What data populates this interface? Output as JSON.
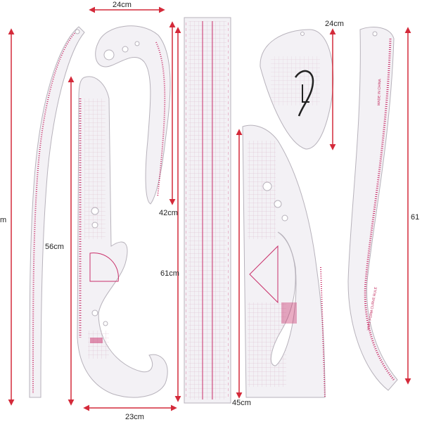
{
  "colors": {
    "arrow": "#d42a3a",
    "ruler_fill": "#f3f1f5",
    "ruler_edge": "#b7b2bb",
    "pink": "#c9306a",
    "grid": "#d9b5c8"
  },
  "labels": {
    "l24_top": "24cm",
    "l24_right": "24cm",
    "l42": "42cm",
    "l56": "56cm",
    "l61_mid": "61cm",
    "l61_right": "61",
    "l_left_m": "m",
    "l23": "23cm",
    "l45": "45cm"
  },
  "ruler_text": {
    "vary_form": "VARY FORM CURVE RULE",
    "made_in_china": "MADE IN CHINA"
  }
}
